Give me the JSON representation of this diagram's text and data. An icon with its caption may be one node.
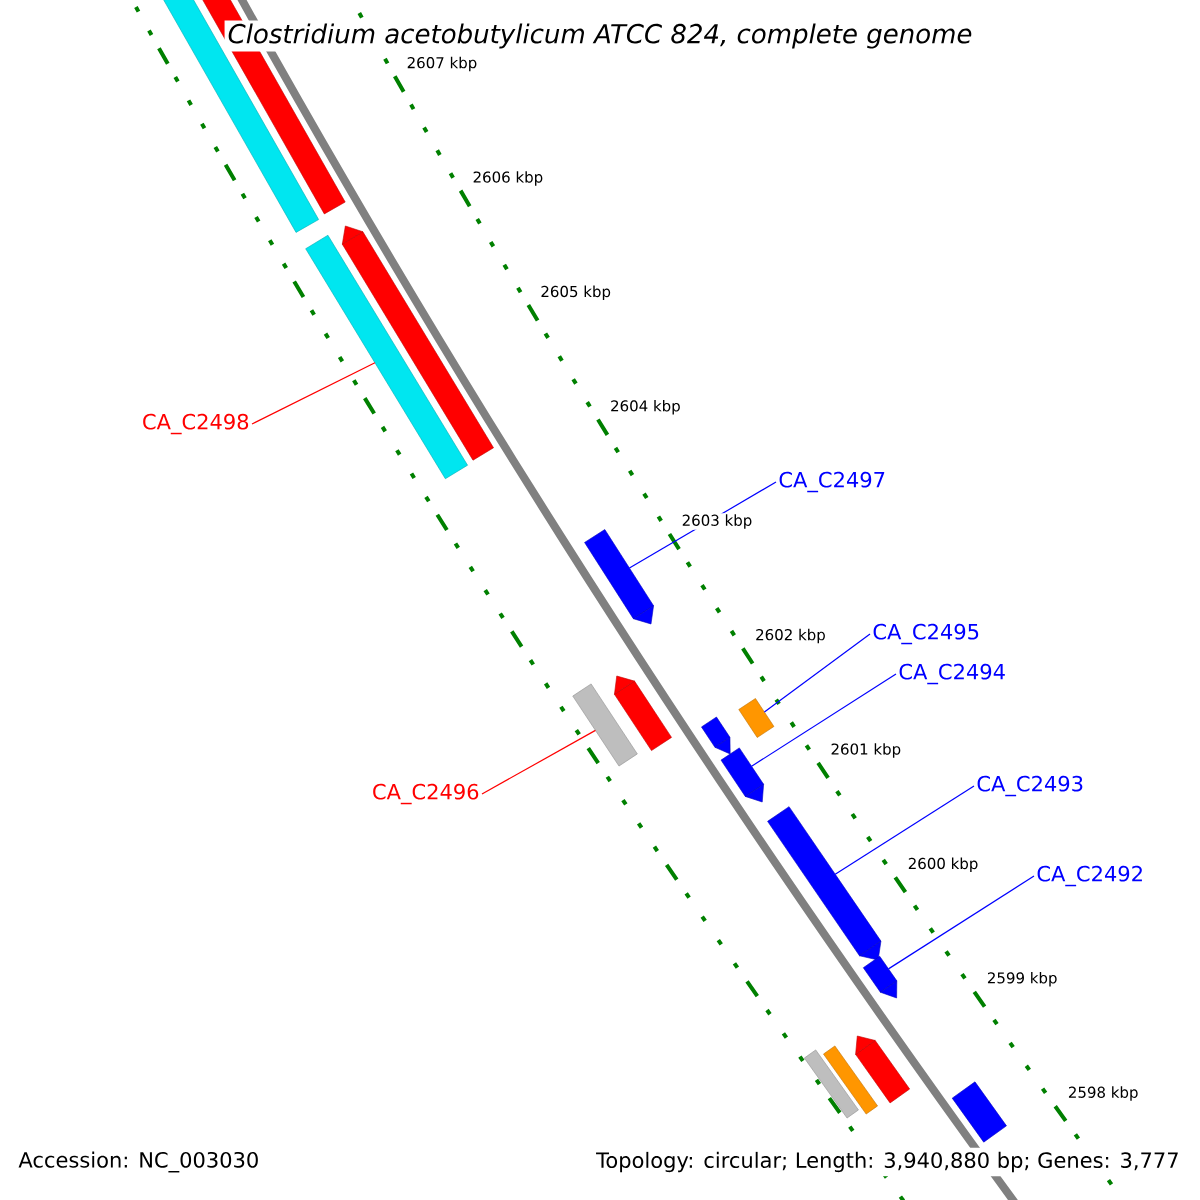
{
  "diagram": {
    "title": "Clostridium acetobutylicum ATCC 824, complete genome",
    "nodes": [
      {
        "text": [
          "CA_C2498"
        ]
      },
      {
        "text": [],
        "shape": "bar"
      },
      {
        "text": [
          "CA_C2497"
        ]
      },
      {
        "text": [],
        "shape": "bar"
      },
      {
        "text": [
          "CA_C2496"
        ]
      },
      {
        "text": [],
        "shape": "bar"
      },
      {
        "text": [
          "CA_C2495"
        ]
      },
      {
        "text": [],
        "shape": "bar"
      },
      {
        "text": [
          "CA_C2494"
        ]
      },
      {
        "text": [],
        "shape": "bar"
      },
      {
        "text": [
          "CA_C2493"
        ]
      },
      {
        "text": [],
        "shape": "bar"
      },
      {
        "text": [
          "CA_C2492"
        ]
      },
      {
        "text": [],
        "shape": "bar"
      },
      {
        "text": [],
        "shape": "bar"
      },
      {
        "text": [],
        "shape": "bar"
      },
      {
        "text": [],
        "shape": "bar"
      },
      {
        "text": [],
        "shape": "bar"
      },
      {
        "text": [],
        "shape": "bar"
      },
      {
        "text": [],
        "shape": "bar"
      },
      {
        "text": [],
        "shape": "bar"
      },
      {
        "text": [],
        "shape": "bar"
      },
      {
        "text": [],
        "shape": "bar"
      }
    ],
    "edges": [
      {
        "from": 0,
        "to": 1,
        "arrow": "none",
        "color": "#ff0000"
      },
      {
        "from": 2,
        "to": 3,
        "arrow": "none"
      },
      {
        "from": 4,
        "to": 5,
        "arrow": "none",
        "color": "#ff0000"
      },
      {
        "from": 6,
        "to": 7,
        "arrow": "none"
      },
      {
        "from": 8,
        "to": 9,
        "arrow": "none"
      },
      {
        "from": 10,
        "to": 11,
        "arrow": "none"
      },
      {
        "from": 12,
        "to": 13,
        "arrow": "none"
      }
    ],
    "labels": [
      "2607 kbp",
      "2606 kbp",
      "2605 kbp",
      "2604 kbp",
      "2603 kbp",
      "2602 kbp",
      "2601 kbp",
      "2600 kbp",
      "2599 kbp",
      "2598 kbp",
      "Accession: NC_003030",
      "Topology: circular; Length: 3,940,880 bp; Genes: 3,777"
    ]
  }
}
